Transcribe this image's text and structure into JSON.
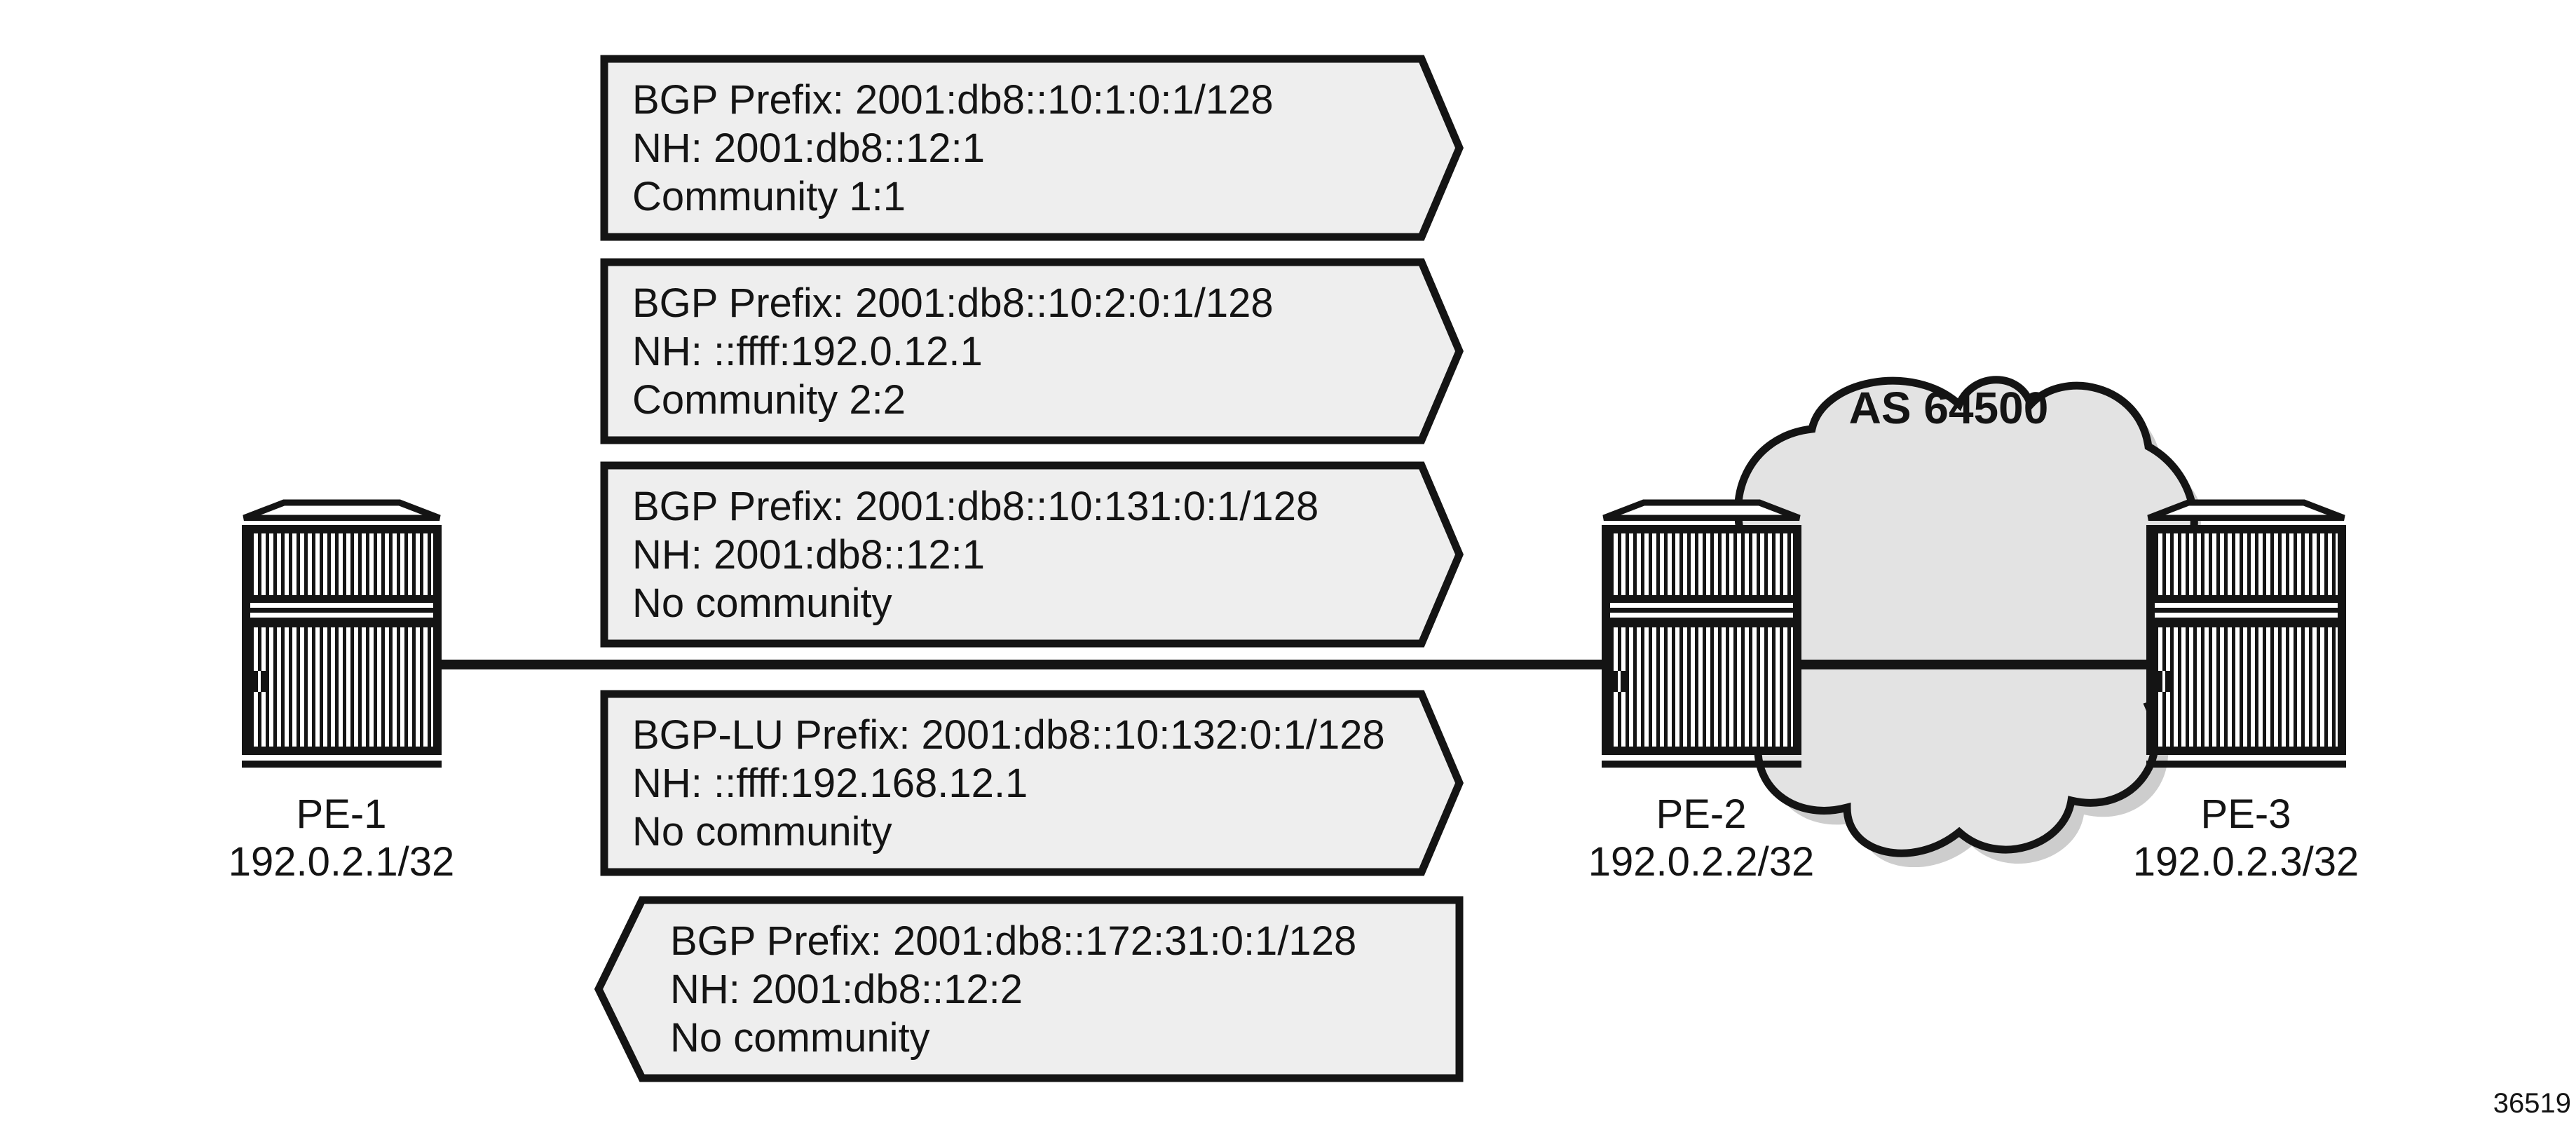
{
  "colors": {
    "ink": "#141414",
    "banner_fill": "#eeeeee",
    "cloud_fill": "#e3e3e3",
    "cloud_shadow": "#cdcdcd",
    "background": "#ffffff"
  },
  "banners": [
    {
      "direction": "right",
      "lines": [
        "BGP Prefix: 2001:db8::10:1:0:1/128",
        "NH: 2001:db8::12:1",
        "Community 1:1"
      ]
    },
    {
      "direction": "right",
      "lines": [
        "BGP Prefix: 2001:db8::10:2:0:1/128",
        "NH: ::ffff:192.0.12.1",
        "Community 2:2"
      ]
    },
    {
      "direction": "right",
      "lines": [
        "BGP Prefix: 2001:db8::10:131:0:1/128",
        "NH: 2001:db8::12:1",
        "No community"
      ]
    },
    {
      "direction": "right",
      "lines": [
        "BGP-LU Prefix: 2001:db8::10:132:0:1/128",
        "NH: ::ffff:192.168.12.1",
        "No community"
      ]
    },
    {
      "direction": "left",
      "lines": [
        "BGP Prefix: 2001:db8::172:31:0:1/128",
        "NH: 2001:db8::12:2",
        "No community"
      ]
    }
  ],
  "routers": [
    {
      "name": "PE-1",
      "address": "192.0.2.1/32"
    },
    {
      "name": "PE-2",
      "address": "192.0.2.2/32"
    },
    {
      "name": "PE-3",
      "address": "192.0.2.3/32"
    }
  ],
  "cloud": {
    "label": "AS 64500"
  },
  "figure_number": "36519"
}
